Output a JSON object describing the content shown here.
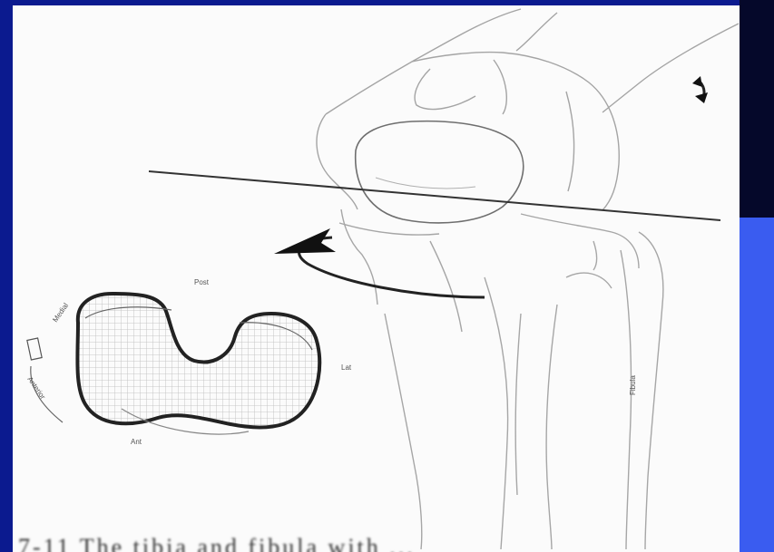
{
  "slide": {
    "caption": "7-11  The tibia and fibula with ...",
    "colors": {
      "frame": "#0b1a8f",
      "accent": "#3a5cf0",
      "paper": "#fbfbfb",
      "line": "#9a9a9a",
      "ink": "#222222"
    }
  },
  "labels": {
    "top": "Post",
    "right": "Lat",
    "bottom": "Ant",
    "left_upper": "Medial",
    "left_lower": "Anterior",
    "fibula": "Fibula"
  }
}
